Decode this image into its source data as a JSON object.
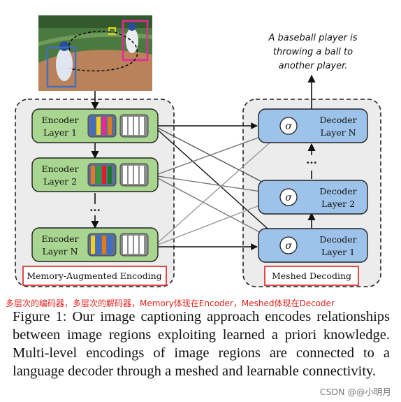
{
  "output_sentence": [
    "A baseball player is",
    "throwing a ball to",
    "another player."
  ],
  "encoder": {
    "layers": [
      {
        "line1": "Encoder",
        "line2": "Layer 1"
      },
      {
        "line1": "Encoder",
        "line2": "Layer 2"
      },
      {
        "line1": "Encoder",
        "line2": "Layer N"
      }
    ],
    "label": "Memory-Augmented Encoding",
    "ellipsis": "···"
  },
  "decoder": {
    "layers": [
      {
        "line1": "Decoder",
        "line2": "Layer N"
      },
      {
        "line1": "Decoder",
        "line2": "Layer 2"
      },
      {
        "line1": "Decoder",
        "line2": "Layer 1"
      }
    ],
    "label": "Meshed Decoding",
    "sigma": "σ",
    "ellipsis": "···"
  },
  "annotation_note": "多层次的编码器，多层次的解码器，Memory体现在Encoder，Meshed体现在Decoder",
  "caption": "Figure 1:  Our image captioning approach encodes relationships between image regions exploiting learned a priori knowledge. Multi-level encodings of image regions are connected to a language decoder through a meshed and learnable connectivity.",
  "watermark": "CSDN @@小明月",
  "colors": {
    "encoder_fill": "#a8d58f",
    "decoder_fill": "#9ec3ea",
    "region_box_blue": "#3f6fc4",
    "region_box_pink": "#e8279b",
    "region_box_yellow": "#e8d51c",
    "highlight_box_red": "#e02020",
    "note_red": "#e0201c"
  }
}
